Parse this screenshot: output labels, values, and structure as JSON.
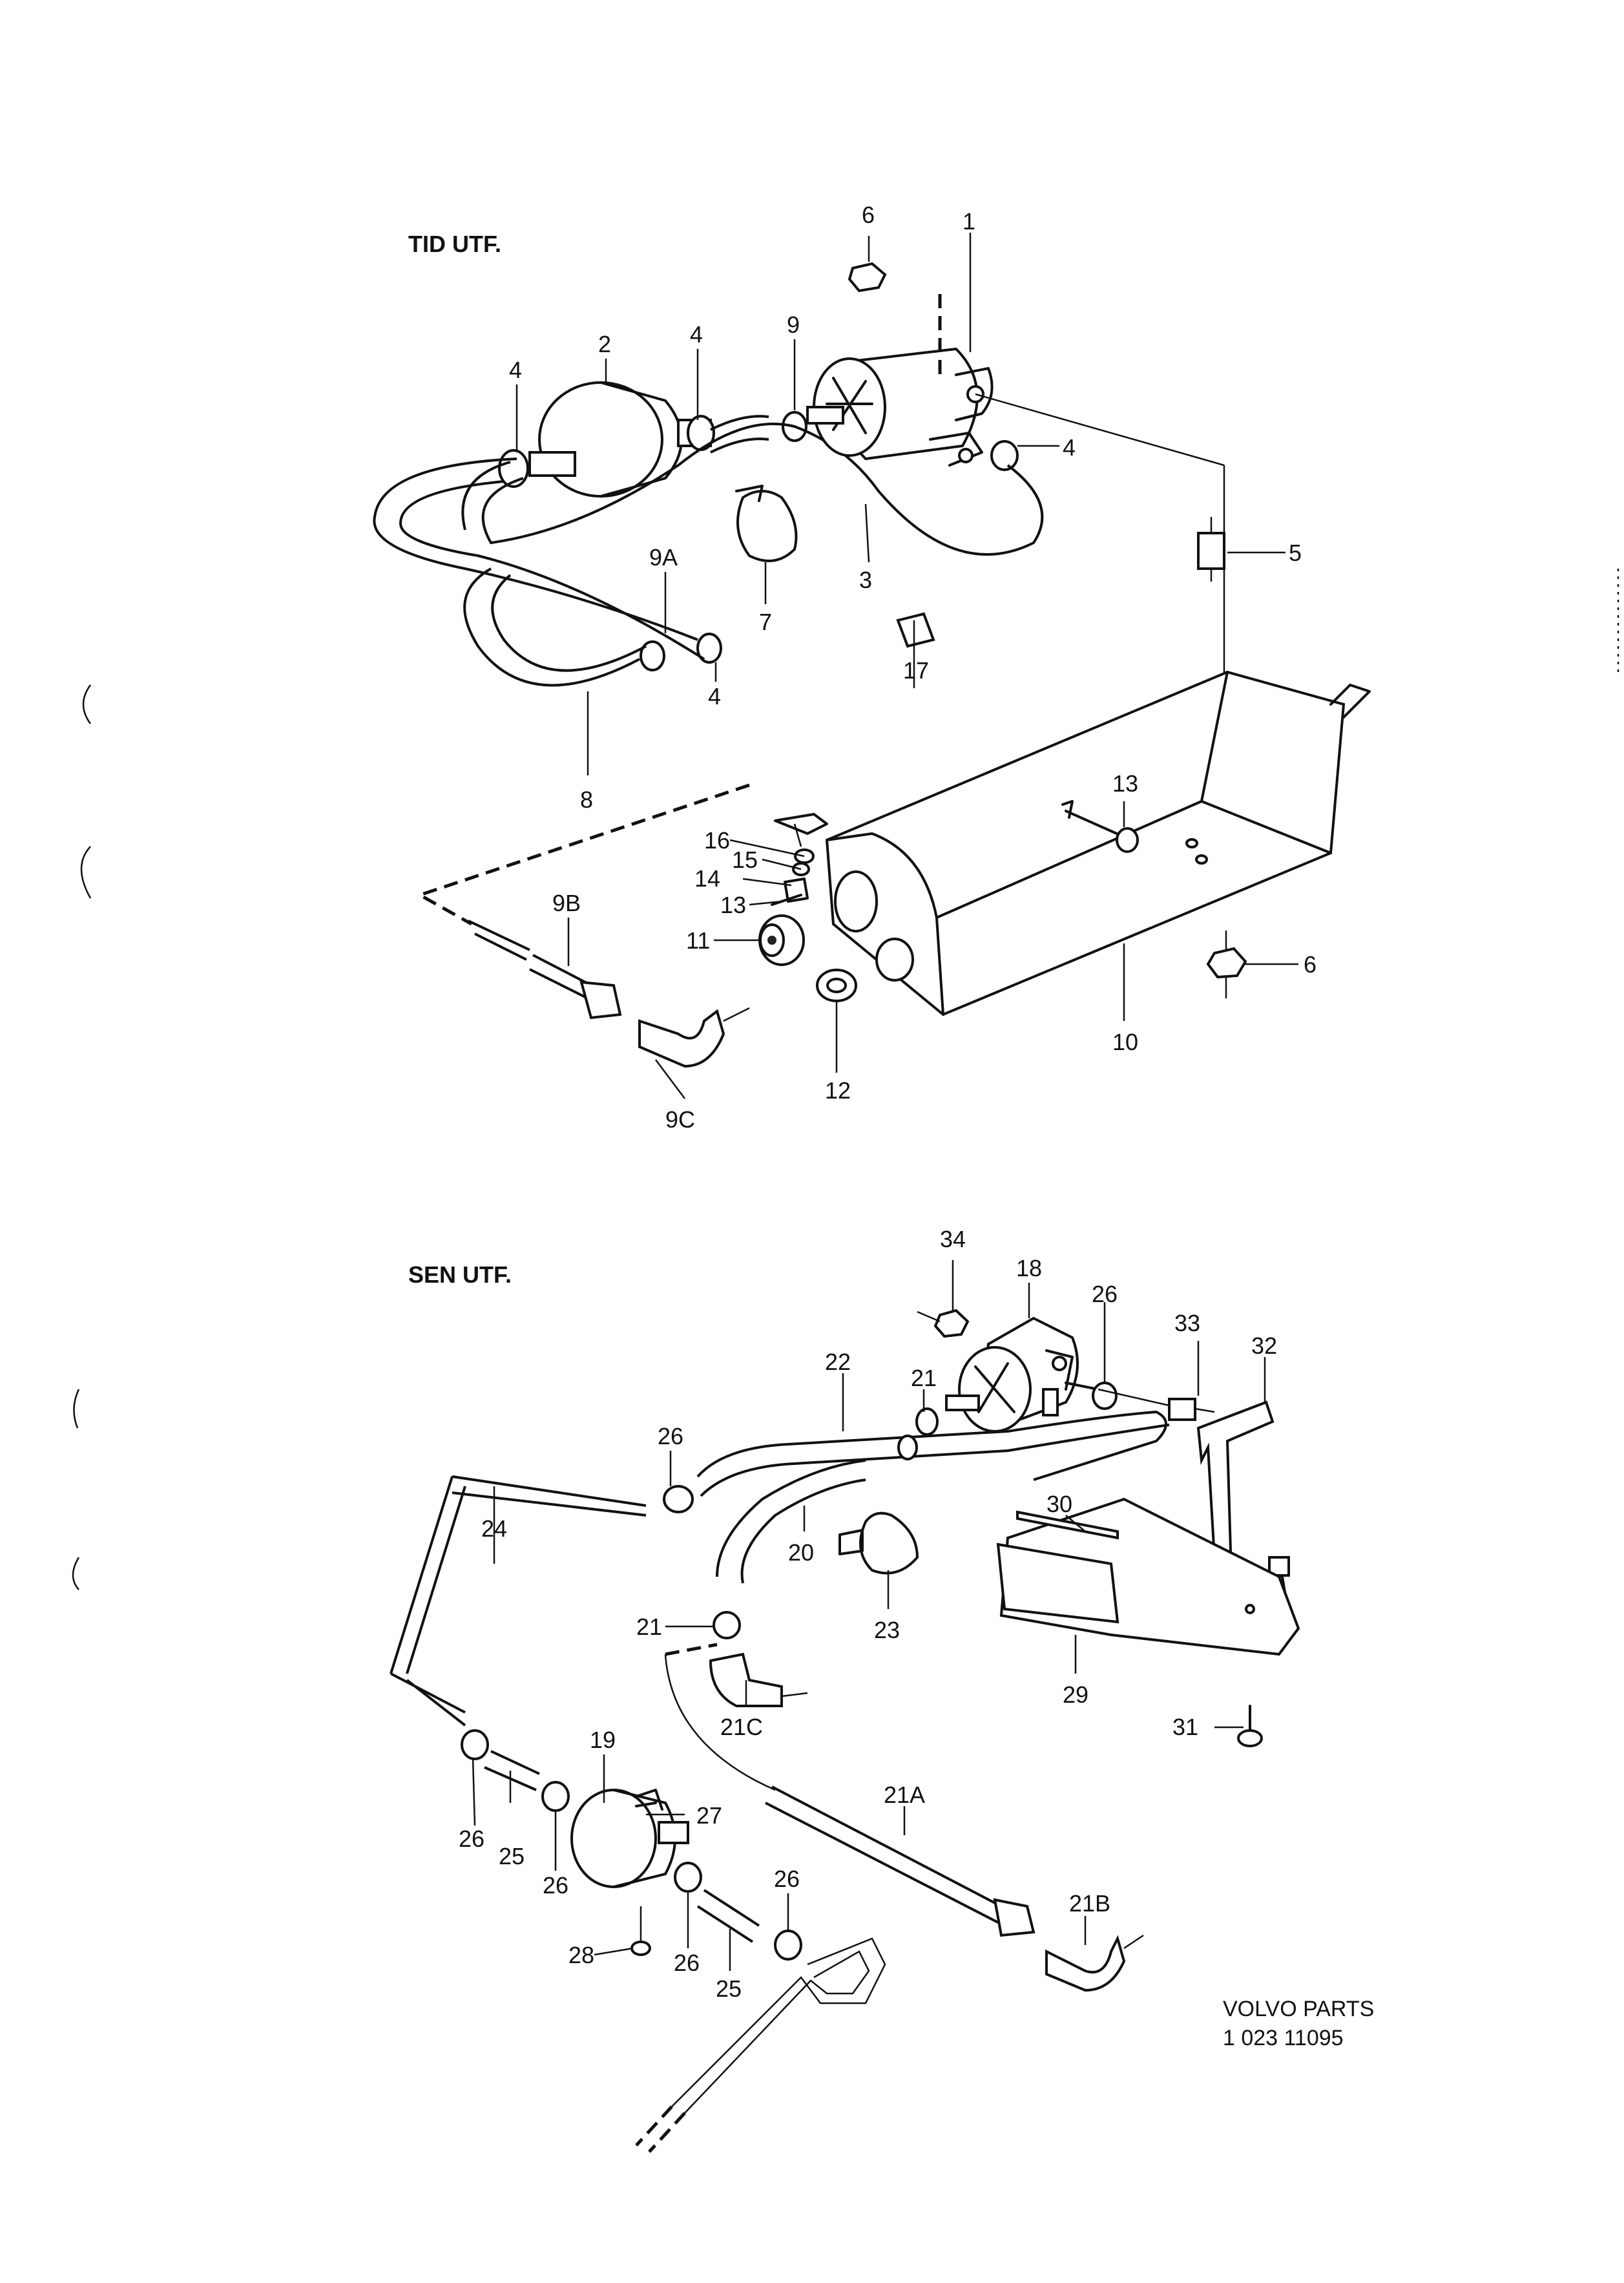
{
  "diagram": {
    "sections": {
      "top": {
        "title": "TID UTF."
      },
      "bottom": {
        "title": "SEN UTF."
      }
    },
    "callouts": {
      "c1": "1",
      "c2": "2",
      "c3": "3",
      "c4a": "4",
      "c4b": "4",
      "c4c": "4",
      "c4d": "4",
      "c5": "5",
      "c6a": "6",
      "c6b": "6",
      "c7": "7",
      "c8": "8",
      "c9": "9",
      "c9a": "9A",
      "c9b": "9B",
      "c9c": "9C",
      "c10": "10",
      "c11": "11",
      "c12": "12",
      "c13a": "13",
      "c13b": "13",
      "c14": "14",
      "c15": "15",
      "c16": "16",
      "c17": "17",
      "c18": "18",
      "c19": "19",
      "c20": "20",
      "c21a": "21",
      "c21b": "21",
      "c21A": "21A",
      "c21B": "21B",
      "c21C": "21C",
      "c22": "22",
      "c23": "23",
      "c24": "24",
      "c25a": "25",
      "c25b": "25",
      "c26a": "26",
      "c26b": "26",
      "c26c": "26",
      "c26d": "26",
      "c26e": "26",
      "c26f": "26",
      "c27": "27",
      "c28": "28",
      "c29": "29",
      "c30": "30",
      "c31": "31",
      "c32": "32",
      "c33": "33",
      "c34": "34"
    },
    "footer": {
      "line1": "VOLVO   PARTS",
      "line2": "1  023     11095"
    }
  }
}
